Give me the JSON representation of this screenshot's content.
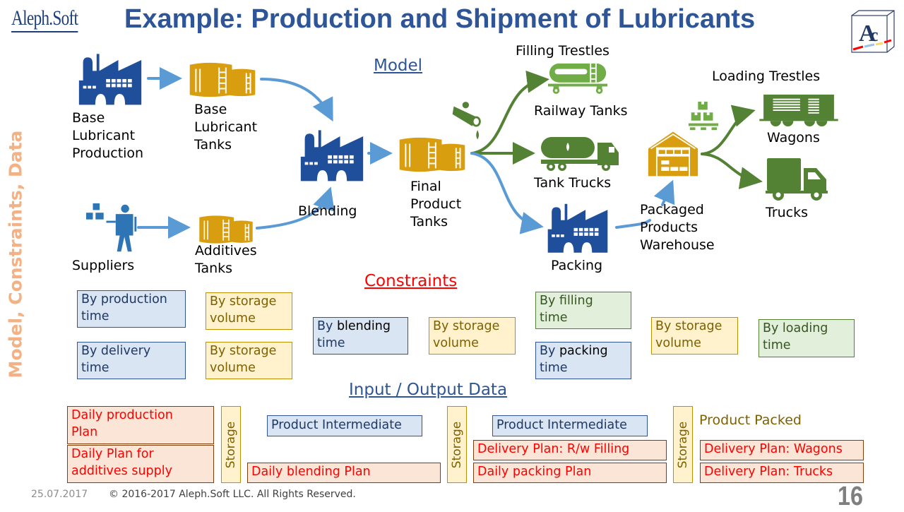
{
  "header": {
    "logo_text": "Aleph.Soft",
    "title": "Example: Production and Shipment of Lubricants",
    "corner_logo_text": "AC"
  },
  "side_label": "Model, Constraints, Data",
  "sections": {
    "model": "Model",
    "constraints": "Constraints",
    "data": "Input / Output Data"
  },
  "colors": {
    "title_blue": "#2e5597",
    "factory_blue": "#1f4e9a",
    "tank_gold": "#d89e0f",
    "vehicle_green": "#548235",
    "arrow_blue": "#5b9bd5",
    "arrow_green": "#548235",
    "constraints_red": "#ff0000",
    "side_label_orange": "#f4b183"
  },
  "model": {
    "nodes": [
      {
        "id": "base-production",
        "label_lines": [
          "Base",
          "Lubricant",
          "Production"
        ],
        "icon": "factory-icon"
      },
      {
        "id": "base-tanks",
        "label_lines": [
          "Base",
          "Lubricant",
          "Tanks"
        ],
        "icon": "storage-tanks-icon"
      },
      {
        "id": "suppliers",
        "label_lines": [
          "Suppliers"
        ],
        "icon": "supplier-worker-icon"
      },
      {
        "id": "additives-tanks",
        "label_lines": [
          "Additives",
          "Tanks"
        ],
        "icon": "storage-tanks-icon"
      },
      {
        "id": "blending",
        "label_lines": [
          "Blending"
        ],
        "icon": "factory-icon"
      },
      {
        "id": "final-tanks",
        "label_lines": [
          "Final",
          "Product",
          "Tanks"
        ],
        "icon": "storage-tanks-icon"
      },
      {
        "id": "filling-trestles",
        "label_lines": [
          "Filling Trestles"
        ],
        "icon": "none"
      },
      {
        "id": "railway-tanks",
        "label_lines": [
          "Railway Tanks"
        ],
        "icon": "railway-tank-car-icon"
      },
      {
        "id": "tank-trucks",
        "label_lines": [
          "Tank Trucks"
        ],
        "icon": "tank-truck-icon"
      },
      {
        "id": "packing",
        "label_lines": [
          "Packing"
        ],
        "icon": "factory-icon"
      },
      {
        "id": "warehouse",
        "label_lines": [
          "Packaged",
          "Products",
          "Warehouse"
        ],
        "icon": "warehouse-icon"
      },
      {
        "id": "loading-trestles",
        "label_lines": [
          "Loading Trestles"
        ],
        "icon": "none"
      },
      {
        "id": "wagons",
        "label_lines": [
          "Wagons"
        ],
        "icon": "freight-wagon-icon"
      },
      {
        "id": "trucks",
        "label_lines": [
          "Trucks"
        ],
        "icon": "truck-icon"
      }
    ],
    "decorations": [
      "oil-pipe-valve-icon",
      "pallet-boxes-icon"
    ]
  },
  "constraints": [
    {
      "id": "c-production",
      "style": "blue",
      "lines": [
        "By production",
        "time"
      ]
    },
    {
      "id": "c-delivery",
      "style": "blue",
      "lines": [
        "By delivery",
        "time"
      ]
    },
    {
      "id": "c-storage-base",
      "style": "yellow",
      "lines": [
        "By storage",
        "volume"
      ]
    },
    {
      "id": "c-storage-additives",
      "style": "yellow",
      "lines": [
        "By storage",
        "volume"
      ]
    },
    {
      "id": "c-blending",
      "style": "blue",
      "prefix": "By ",
      "emph": "blending",
      "line2": "time"
    },
    {
      "id": "c-storage-final",
      "style": "yellow",
      "lines": [
        "By storage",
        "volume"
      ]
    },
    {
      "id": "c-filling",
      "style": "green",
      "lines": [
        "By filling",
        "time"
      ]
    },
    {
      "id": "c-packing",
      "style": "blue",
      "prefix": "By ",
      "emph": "packing",
      "line2": "time"
    },
    {
      "id": "c-storage-warehouse",
      "style": "yellow",
      "lines": [
        "By storage",
        "volume"
      ]
    },
    {
      "id": "c-loading",
      "style": "green",
      "lines": [
        "By loading",
        "time"
      ]
    }
  ],
  "data": {
    "plans": [
      {
        "id": "daily-production-plan",
        "lines": [
          "Daily production",
          "Plan"
        ]
      },
      {
        "id": "daily-additives-plan",
        "lines": [
          "Daily Plan for",
          "additives supply"
        ]
      },
      {
        "id": "daily-blending-plan",
        "lines": [
          "Daily blending Plan"
        ]
      },
      {
        "id": "delivery-rw-filling",
        "lines": [
          "Delivery Plan: R/w Filling"
        ]
      },
      {
        "id": "daily-packing-plan",
        "lines": [
          "Daily packing Plan"
        ]
      },
      {
        "id": "delivery-wagons",
        "lines": [
          "Delivery Plan: Wagons"
        ]
      },
      {
        "id": "delivery-trucks",
        "lines": [
          "Delivery Plan: Trucks"
        ]
      }
    ],
    "intermediates": [
      "Product Intermediate",
      "Product Intermediate"
    ],
    "product_packed": "Product Packed",
    "storage_label": "Storage"
  },
  "footer": {
    "date": "25.07.2017",
    "copyright": "© 2016-2017 Aleph.Soft LLC. All Rights Reserved.",
    "page_number": "16"
  }
}
